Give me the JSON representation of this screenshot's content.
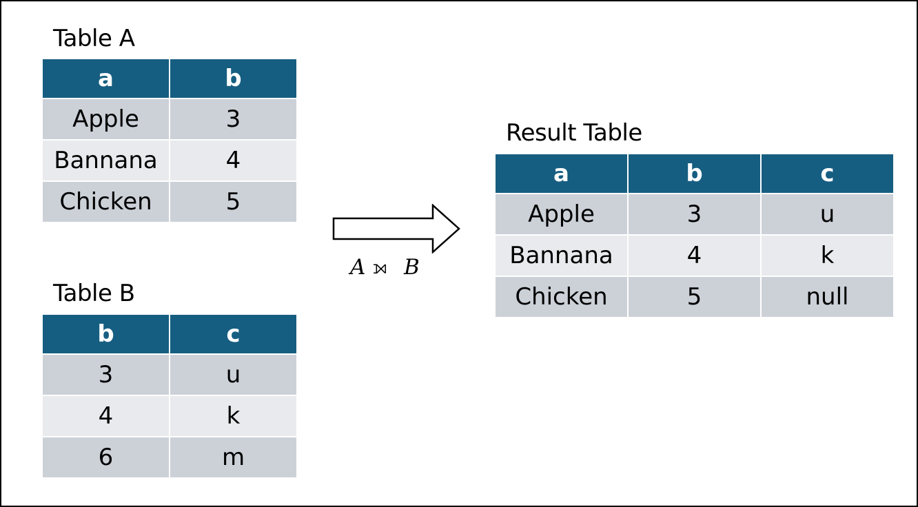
{
  "colors": {
    "header_bg": "#165e81",
    "header_text": "#ffffff",
    "row_dark": "#ccd1d8",
    "row_light": "#e8eaed",
    "arrow_fill": "#ffffff",
    "arrow_stroke": "#000000",
    "frame": "#000000"
  },
  "table_a": {
    "title": "Table A",
    "columns": [
      "a",
      "b"
    ],
    "rows": [
      [
        "Apple",
        "3"
      ],
      [
        "Bannana",
        "4"
      ],
      [
        "Chicken",
        "5"
      ]
    ]
  },
  "table_b": {
    "title": "Table B",
    "columns": [
      "b",
      "c"
    ],
    "rows": [
      [
        "3",
        "u"
      ],
      [
        "4",
        "k"
      ],
      [
        "6",
        "m"
      ]
    ]
  },
  "result_table": {
    "title": "Result Table",
    "columns": [
      "a",
      "b",
      "c"
    ],
    "rows": [
      [
        "Apple",
        "3",
        "u"
      ],
      [
        "Bannana",
        "4",
        "k"
      ],
      [
        "Chicken",
        "5",
        "null"
      ]
    ]
  },
  "operation": {
    "left_operand": "A",
    "operator_symbol": "⟕",
    "right_operand": "B",
    "arrow_icon": "right-arrow-icon"
  }
}
